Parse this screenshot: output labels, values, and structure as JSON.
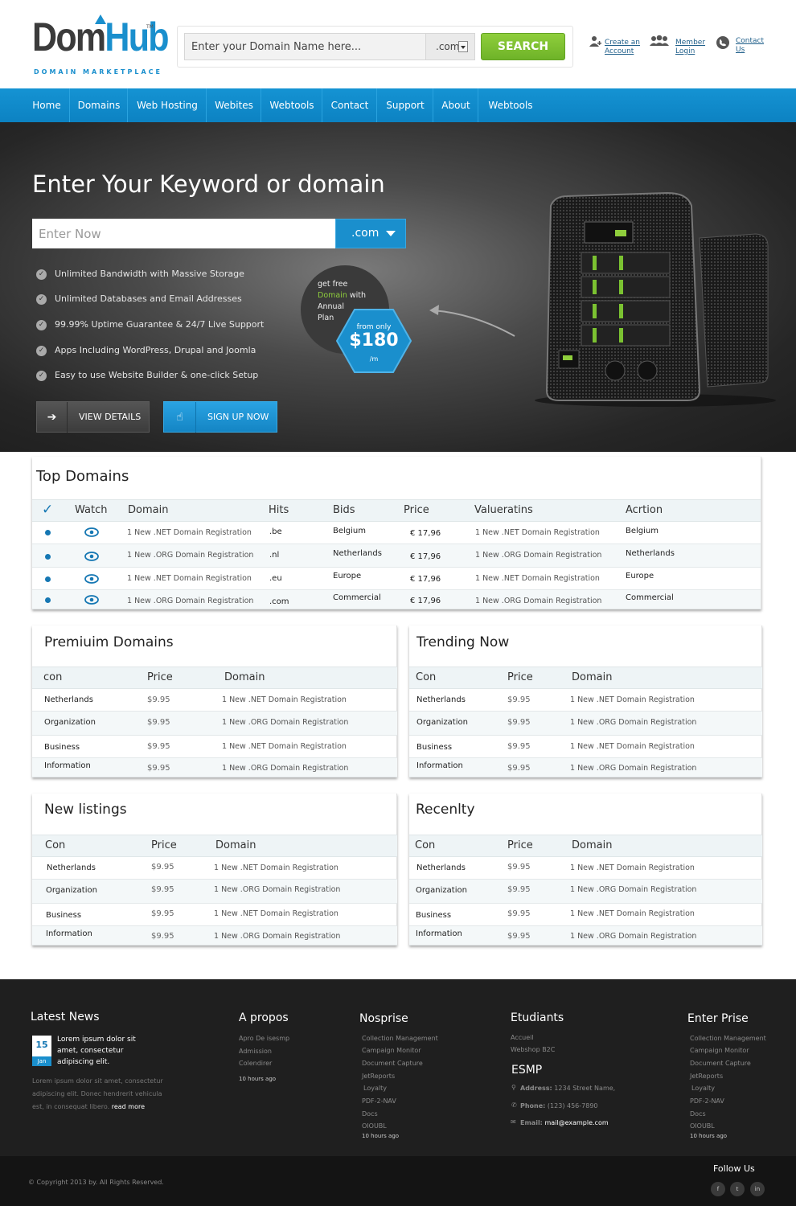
{
  "header": {
    "logo_dom": "Dom",
    "logo_hub": "Hub",
    "logo_tm": "TM",
    "logo_tagline": "DOMAIN MARKETPLACE",
    "search_placeholder": "Enter your Domain Name here...",
    "tld_value": ".com",
    "search_button": "SEARCH",
    "links": {
      "create_account_line1": "Create an",
      "create_account_line2": "Account",
      "member_login_line1": "Member",
      "member_login_line2": "Login",
      "contact_line1": "Contact",
      "contact_line2": "Us"
    }
  },
  "nav": {
    "items": [
      "Home",
      "Domains",
      "Web Hosting",
      "Webites",
      "Webtools",
      "Contact",
      "Support",
      "About",
      "Webtools"
    ]
  },
  "hero": {
    "title": "Enter Your Keyword or domain",
    "input_placeholder": "Enter Now",
    "tld_value": ".com",
    "features": [
      "Unlimited Bandwidth with Massive Storage",
      "Unlimited Databases and Email Addresses",
      "99.99% Uptime Guarantee & 24/7 Live Support",
      "Apps Including WordPress, Drupal and Joomla",
      "Easy to use Website Builder & one-click Setup"
    ],
    "view_details": "VIEW DETAILS",
    "sign_up": "SIGN UP NOW",
    "promo": {
      "line1": "get free",
      "highlight": "Domain",
      "line2": " with",
      "line3": "Annual",
      "line4": "Plan",
      "from_only": "from only",
      "price": "$180",
      "per": "/m"
    }
  },
  "top_domains": {
    "title": "Top Domains",
    "headers": {
      "check": "✓",
      "watch": "Watch",
      "domain": "Domain",
      "hits": "Hits",
      "bids": "Bids",
      "price": "Price",
      "valueratins": "Valueratins",
      "action": "Acrtion"
    },
    "rows": [
      {
        "domain": "1 New .NET Domain Registration",
        "hits": ".be",
        "bids": "Belgium",
        "price": "€ 17,96",
        "value": "1 New .NET Domain Registration",
        "action": "Belgium"
      },
      {
        "domain": "1 New .ORG Domain Registration",
        "hits": ".nl",
        "bids": "Netherlands",
        "price": "€ 17,96",
        "value": "1 New .ORG Domain Registration",
        "action": "Netherlands"
      },
      {
        "domain": "1 New .NET Domain Registration",
        "hits": ".eu",
        "bids": "Europe",
        "price": "€ 17,96",
        "value": "1 New .NET Domain Registration",
        "action": "Europe"
      },
      {
        "domain": "1 New .ORG Domain Registration",
        "hits": ".com",
        "bids": "Commercial",
        "price": "€ 17,96",
        "value": "1 New .ORG Domain Registration",
        "action": "Commercial"
      }
    ]
  },
  "premium": {
    "title": "Premiuim Domains",
    "headers": [
      "con",
      "Price",
      "Domain"
    ],
    "rows": [
      [
        "Netherlands",
        "$9.95",
        "1 New .NET Domain Registration"
      ],
      [
        "Organization",
        "$9.95",
        "1 New .ORG Domain Registration"
      ],
      [
        "Business",
        "$9.95",
        "1 New .NET Domain Registration"
      ],
      [
        "Information",
        "$9.95",
        "1 New .ORG Domain Registration"
      ]
    ]
  },
  "trending": {
    "title": "Trending Now",
    "headers": [
      "Con",
      "Price",
      "Domain"
    ],
    "rows": [
      [
        "Netherlands",
        "$9.95",
        "1 New .NET Domain Registration"
      ],
      [
        "Organization",
        "$9.95",
        "1 New .ORG Domain Registration"
      ],
      [
        "Business",
        "$9.95",
        "1 New .NET Domain Registration"
      ],
      [
        "Information",
        "$9.95",
        "1 New .ORG Domain Registration"
      ]
    ]
  },
  "new_listings": {
    "title": "New listings",
    "headers": [
      "Con",
      "Price",
      "Domain"
    ],
    "rows": [
      [
        "Netherlands",
        "$9.95",
        "1 New .NET Domain Registration"
      ],
      [
        "Organization",
        "$9.95",
        "1 New .ORG Domain Registration"
      ],
      [
        "Business",
        "$9.95",
        "1 New .NET Domain Registration"
      ],
      [
        "Information",
        "$9.95",
        "1 New .ORG Domain Registration"
      ]
    ]
  },
  "recently": {
    "title": "Recenlty",
    "headers": [
      "Con",
      "Price",
      "Domain"
    ],
    "rows": [
      [
        "Netherlands",
        "$9.95",
        "1 New .NET Domain Registration"
      ],
      [
        "Organization",
        "$9.95",
        "1 New .ORG Domain Registration"
      ],
      [
        "Business",
        "$9.95",
        "1 New .NET Domain Registration"
      ],
      [
        "Information",
        "$9.95",
        "1 New .ORG Domain Registration"
      ]
    ]
  },
  "footer": {
    "news": {
      "title": "Latest News",
      "day": "15",
      "month": "Jan",
      "headline1": "Lorem ipsum dolor sit",
      "headline2": "amet, consectetur",
      "headline3": "adipiscing elit.",
      "body1": "Lorem ipsum dolor sit amet, consectetur",
      "body2": "adipiscing elit. Donec hendrerit vehicula",
      "body3": "est, in consequat libero.",
      "read_more": "read more"
    },
    "apropos": {
      "title": "A propos",
      "links": [
        "Apro De isesmp",
        "Admission",
        "Colendirer"
      ],
      "time": "10 hours ago"
    },
    "nosprise": {
      "title": "Nosprise",
      "links": [
        "Collection Management",
        "Campaign Monitor",
        "Document Capture",
        "JetReports",
        "Loyalty",
        "PDF-2-NAV",
        "Docs",
        "OIOUBL"
      ],
      "time": "10 hours ago"
    },
    "etudiants": {
      "title": "Etudiants",
      "links": [
        "Accueil",
        "Webshop B2C"
      ]
    },
    "esmp": {
      "title": "ESMP",
      "address_label": "Address:",
      "address": "1234 Street Name,",
      "phone_label": "Phone:",
      "phone": "(123) 456-7890",
      "email_label": "Email:",
      "email": "mail@example.com"
    },
    "enterprise": {
      "title": "Enter Prise",
      "links": [
        "Collection Management",
        "Campaign Monitor",
        "Document Capture",
        "JetReports",
        "Loyalty",
        "PDF-2-NAV",
        "Docs",
        "OIOUBL"
      ],
      "time": "10 hours ago"
    },
    "copyright": "© Copyright 2013 by. All Rights Reserved.",
    "follow_us": "Follow Us",
    "social": [
      "f",
      "t",
      "in"
    ]
  }
}
